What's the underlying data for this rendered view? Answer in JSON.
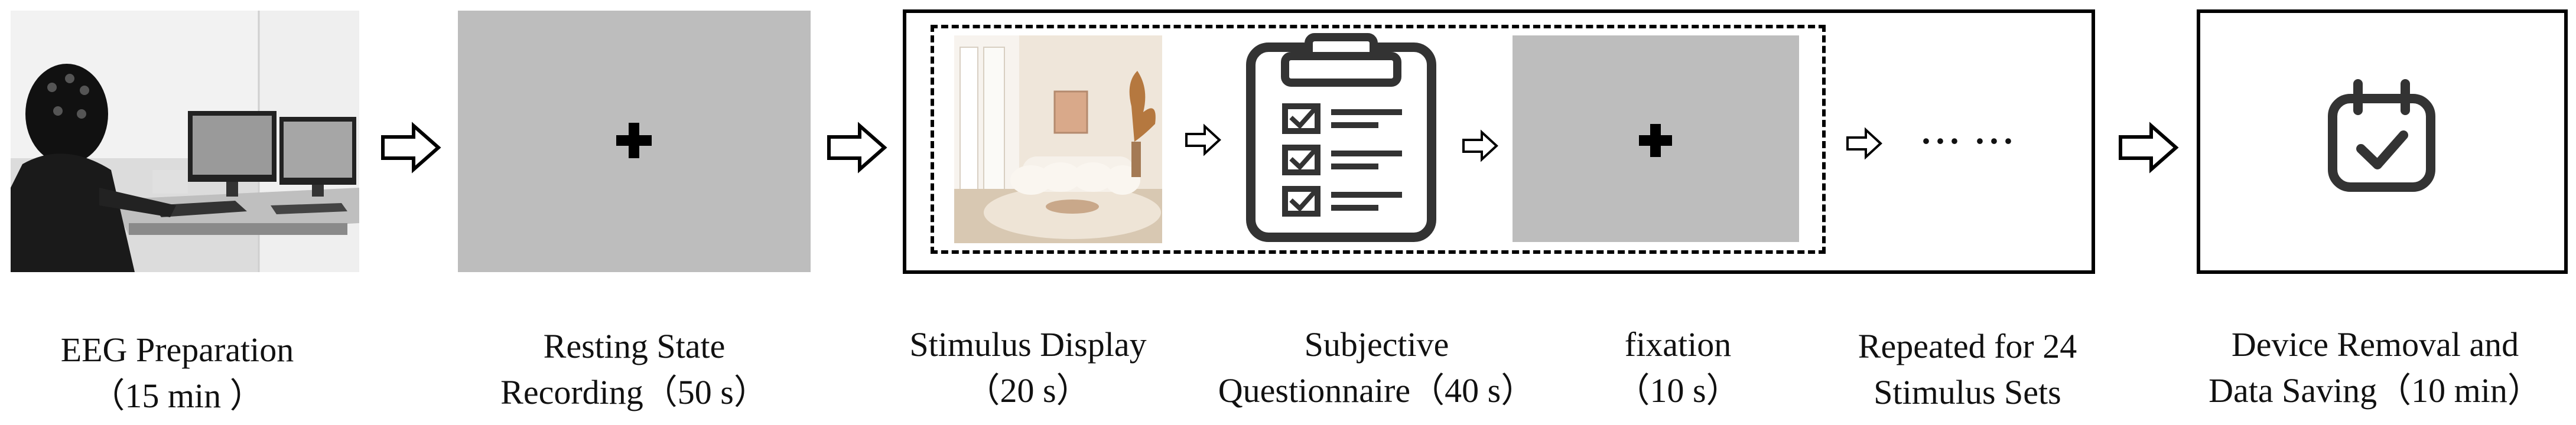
{
  "steps": {
    "eeg_preparation": {
      "title": "EEG Preparation",
      "duration": "（15 min ）"
    },
    "resting_state": {
      "line1": "Resting State",
      "line2": "Recording（50 s）"
    },
    "stimulus_display": {
      "title": "Stimulus Display",
      "duration": "（20 s）"
    },
    "questionnaire": {
      "line1": "Subjective",
      "line2": "Questionnaire（40 s）"
    },
    "fixation": {
      "title": "fixation",
      "duration": "（10 s）"
    },
    "repeated": {
      "line1": "Repeated for 24",
      "line2": "Stimulus Sets"
    },
    "device_removal": {
      "line1": "Device Removal and",
      "line2": "Data Saving（10 min）"
    }
  },
  "ellipsis": "··· ···",
  "icons": {
    "photo": "eeg-participant-photo",
    "fixation_cross": "plus-icon",
    "stimulus": "living-room-photo",
    "questionnaire": "clipboard-checklist-icon",
    "calendar": "calendar-check-icon",
    "arrow": "arrow-right-outline-icon"
  },
  "colors": {
    "fixation_screen": "#bdbdbd",
    "stroke": "#000000"
  }
}
